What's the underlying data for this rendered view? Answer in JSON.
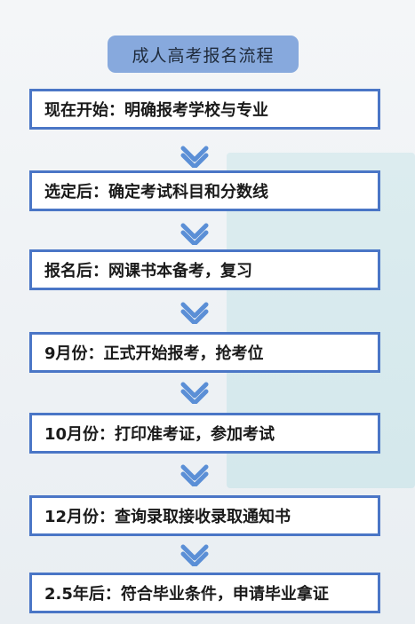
{
  "title": "成人高考报名流程",
  "steps": [
    "现在开始：明确报考学校与专业",
    "选定后：确定考试科目和分数线",
    "报名后：网课书本备考，复习",
    "9月份：正式开始报考，抢考位",
    "10月份：打印准考证，参加考试",
    "12月份：查询录取接收录取通知书",
    "2.5年后：符合毕业条件，申请毕业拿证"
  ],
  "colors": {
    "title_bg": "#87a9dd",
    "box_border": "#4a76c6",
    "arrow": "#5b8fd6"
  }
}
